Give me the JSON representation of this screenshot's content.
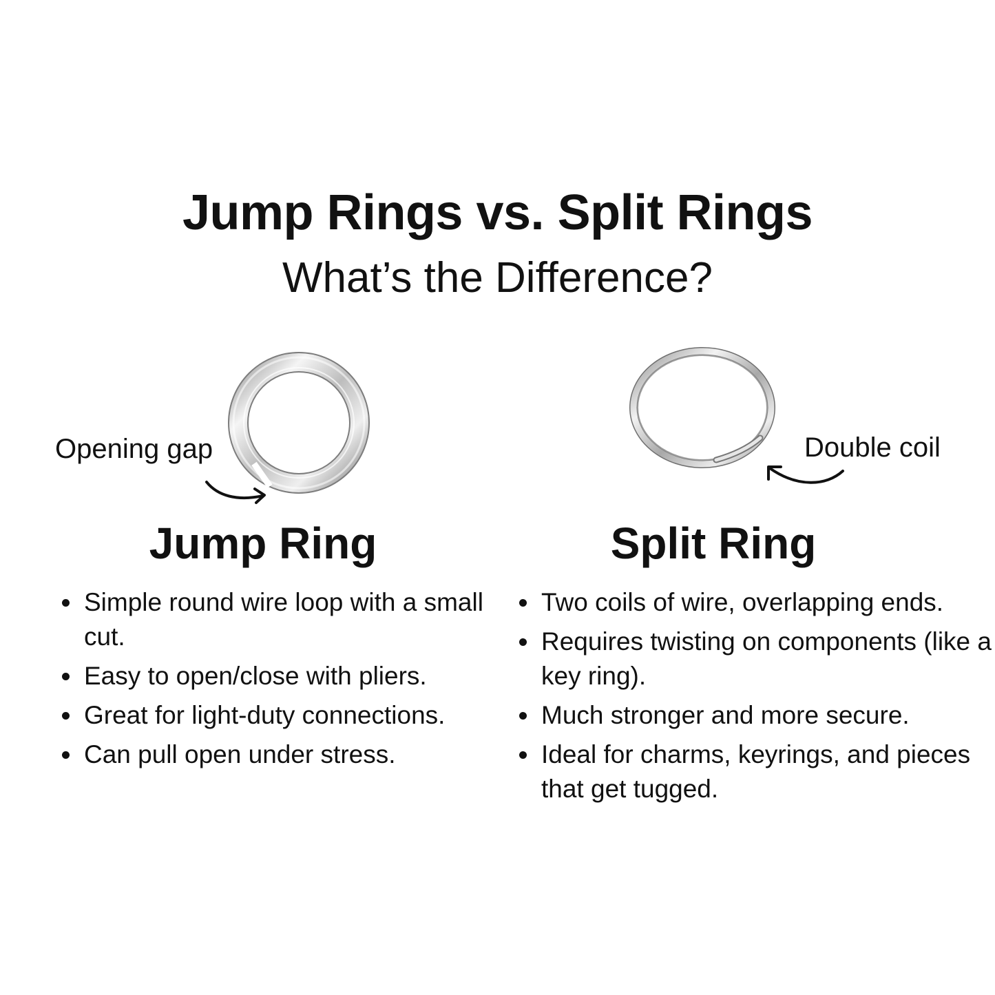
{
  "header": {
    "title": "Jump Rings vs. Split Rings",
    "subtitle": "What’s the Difference?"
  },
  "jump_ring": {
    "heading": "Jump Ring",
    "callout": "Opening gap",
    "bullets": [
      "Simple round wire loop with a small cut.",
      "Easy to open/close with pliers.",
      "Great for light-duty connections.",
      "Can pull open under stress."
    ]
  },
  "split_ring": {
    "heading": "Split Ring",
    "callout": "Double coil",
    "bullets": [
      "Two coils of wire, overlapping ends.",
      "Requires twisting on components (like a key ring).",
      "Much stronger and more secure.",
      "Ideal for charms, keyrings, and pieces that get tugged."
    ]
  },
  "icons": {
    "jump_ring_image": "jump-ring-icon",
    "split_ring_image": "split-ring-icon",
    "arrows": "curved-arrow-icon"
  },
  "colors": {
    "background": "#ffffff",
    "text": "#111111",
    "metal_light": "#f4f4f4",
    "metal_mid": "#c8c8c8",
    "metal_dark": "#8a8a8a"
  }
}
